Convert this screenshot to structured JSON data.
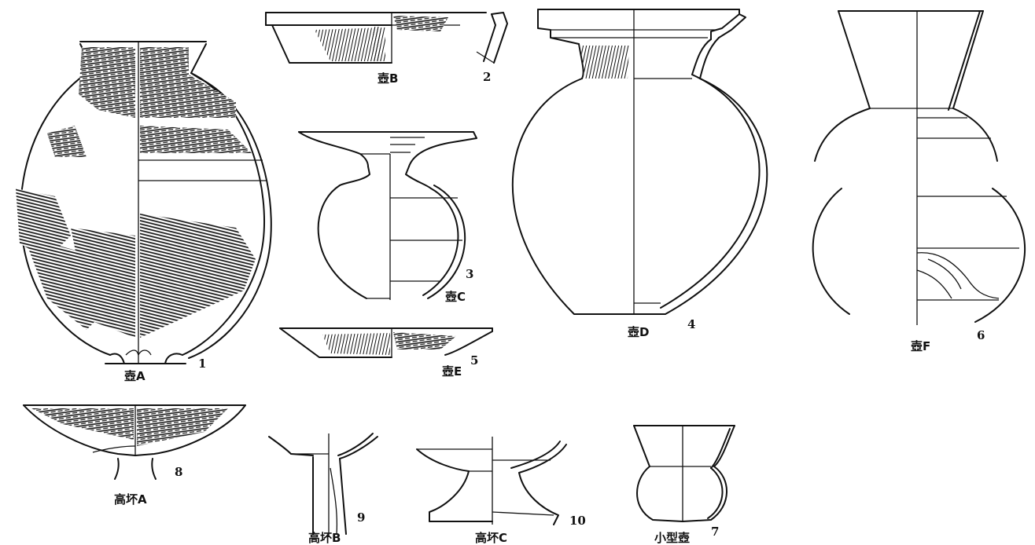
{
  "figures": [
    {
      "id": "1",
      "name": "壺A"
    },
    {
      "id": "2",
      "name": "壺B"
    },
    {
      "id": "3",
      "name": "壺C"
    },
    {
      "id": "4",
      "name": "壺D"
    },
    {
      "id": "5",
      "name": "壺E"
    },
    {
      "id": "6",
      "name": "壺F"
    },
    {
      "id": "7",
      "name": "小型壺"
    },
    {
      "id": "8",
      "name": "高坏A"
    },
    {
      "id": "9",
      "name": "高坏B"
    },
    {
      "id": "10",
      "name": "高坏C"
    }
  ]
}
